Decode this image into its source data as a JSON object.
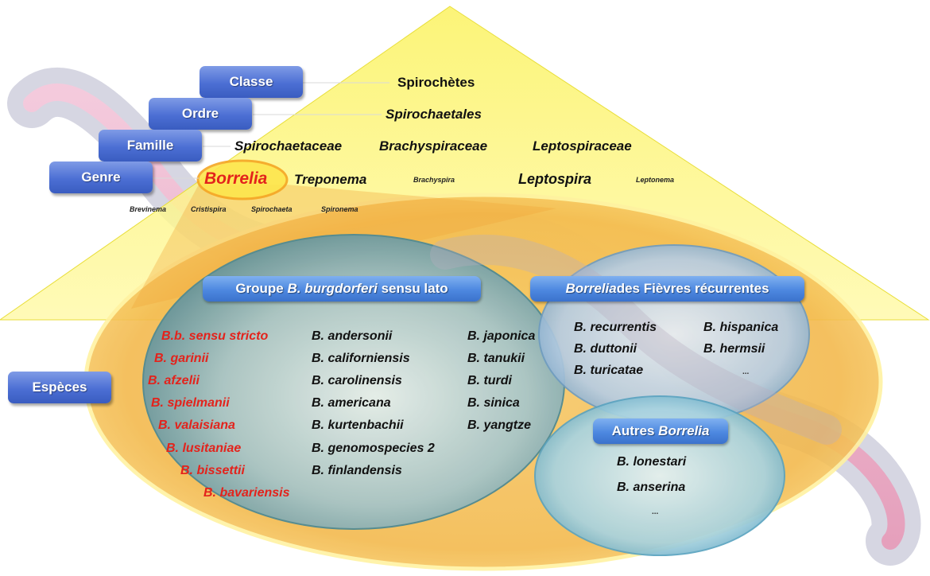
{
  "ranks": {
    "classe": "Classe",
    "ordre": "Ordre",
    "famille": "Famille",
    "genre": "Genre",
    "especes": "Espèces"
  },
  "taxa": {
    "classe": "Spirochètes",
    "ordre": "Spirochaetales",
    "familles": [
      "Spirochaetaceae",
      "Brachyspiraceae",
      "Leptospiraceae"
    ],
    "genres": [
      "Borrelia",
      "Treponema",
      "Brachyspira",
      "Leptospira",
      "Leptonema"
    ],
    "other_genres": [
      "Brevinema",
      "Cristispira",
      "Spirochaeta",
      "Spironema"
    ]
  },
  "groups": {
    "lato": {
      "label_pre": "Groupe ",
      "label_it": "B. burgdorferi",
      "label_post": " sensu lato",
      "red_species": [
        "B.b. sensu stricto",
        "B. garinii",
        "B. afzelii",
        "B. spielmanii",
        "B. valaisiana",
        "B. lusitaniae",
        "B. bissettii",
        "B. bavariensis"
      ],
      "col2_species": [
        "B. andersonii",
        "B. californiensis",
        "B. carolinensis",
        "B. americana",
        "B. kurtenbachii",
        "B. genomospecies 2",
        "B. finlandensis"
      ],
      "col3_species": [
        "B. japonica",
        "B. tanukii",
        "B. turdi",
        "B. sinica",
        "B. yangtze"
      ]
    },
    "fievres": {
      "label_it": "Borrelia",
      "label_post": " des Fièvres récurrentes",
      "species_left": [
        "B. recurrentis",
        "B. duttonii",
        "B. turicatae"
      ],
      "species_right": [
        "B. hispanica",
        "B. hermsii"
      ],
      "more": "..."
    },
    "autres": {
      "label_pre": "Autres ",
      "label_it": "Borrelia",
      "species": [
        "B. lonestari",
        "B. anserina"
      ],
      "more": "..."
    }
  },
  "colors": {
    "triangle": "#fbf25a",
    "ellipse": "#f2b64a",
    "rank_button": "#4c6fd4",
    "pill": "#4d88e0",
    "red_text": "#e3231c",
    "group_teal": "#4f8a93"
  }
}
